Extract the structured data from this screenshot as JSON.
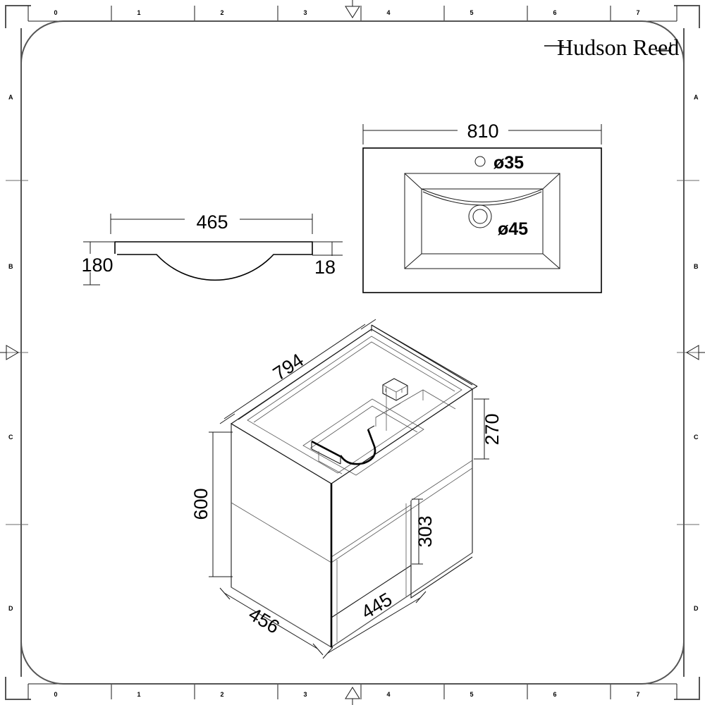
{
  "document": {
    "type": "technical-drawing",
    "brand": "Hudson Reed",
    "background_color": "#ffffff",
    "line_color": "#1a1a1a"
  },
  "rulers": {
    "top": {
      "labels": [
        "0",
        "1",
        "2",
        "3",
        "4",
        "5",
        "6",
        "7"
      ],
      "marker": "triangle-down"
    },
    "bottom": {
      "labels": [
        "0",
        "1",
        "2",
        "3",
        "4",
        "5",
        "6",
        "7"
      ],
      "marker": "triangle-up"
    },
    "left": {
      "labels": [
        "A",
        "B",
        "C",
        "D"
      ],
      "marker": "triangle-right"
    },
    "right": {
      "labels": [
        "A",
        "B",
        "C",
        "D"
      ],
      "marker": "triangle-left"
    }
  },
  "views": {
    "side_section": {
      "name": "basin-side-section",
      "dimensions": {
        "width": "465",
        "overall_height": "180",
        "rim_thickness": "18"
      }
    },
    "top_plan": {
      "name": "basin-top-plan",
      "dimensions": {
        "width": "810"
      },
      "holes": {
        "tap_hole": "ø35",
        "waste_hole": "ø45"
      }
    },
    "isometric": {
      "name": "vanity-unit-isometric",
      "dimensions": {
        "top_width": "794",
        "drawer_height": "270",
        "overall_height": "600",
        "shelf_height": "303",
        "depth": "456",
        "open_shelf_width": "445"
      }
    }
  }
}
